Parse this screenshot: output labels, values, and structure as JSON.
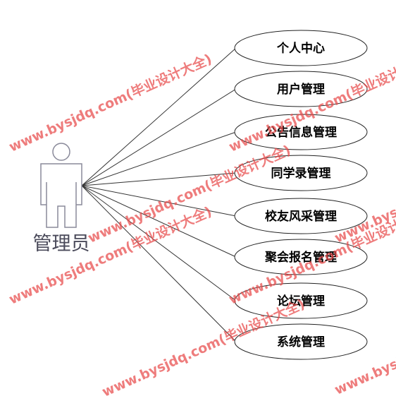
{
  "actor": {
    "name": "管理员"
  },
  "use_cases": [
    {
      "label": "个人中心"
    },
    {
      "label": "用户管理"
    },
    {
      "label": "公告信息管理"
    },
    {
      "label": "同学录管理"
    },
    {
      "label": "校友风采管理"
    },
    {
      "label": "聚会报名管理"
    },
    {
      "label": "论坛管理"
    },
    {
      "label": "系统管理"
    }
  ],
  "watermark": {
    "text": "www.bysjdq.com(毕业设计大全)",
    "color": "#e84a4a"
  },
  "colors": {
    "line": "#333333",
    "actor": "#8a8a9a",
    "ellipse_stroke": "#222222"
  }
}
